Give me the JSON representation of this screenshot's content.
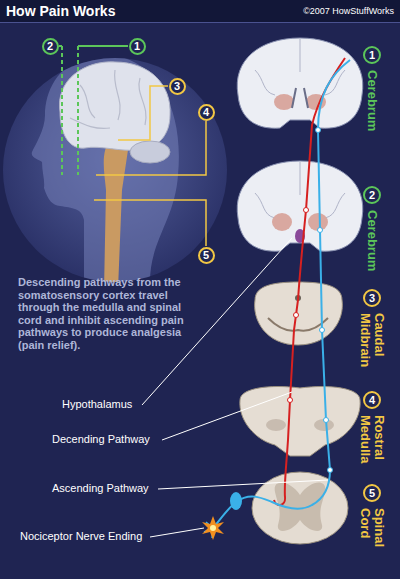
{
  "diagram": {
    "title": "How Pain Works",
    "nodes": [
      {
        "text": [
          "2"
        ]
      },
      {
        "text": [
          "1"
        ]
      },
      {
        "text": [
          "3"
        ]
      },
      {
        "text": [
          "4"
        ]
      },
      {
        "text": [
          "5"
        ]
      },
      {
        "text": [
          "1",
          "Cerebrum"
        ]
      },
      {
        "text": [
          "2",
          "Cerebrum"
        ]
      },
      {
        "text": [
          "3",
          "Caudal Midbrain"
        ]
      },
      {
        "text": [
          "4",
          "Rostral Medulla"
        ]
      },
      {
        "text": [
          "5",
          "Spinal Cord"
        ]
      }
    ],
    "labels": [
      "©2007 HowStuffWorks",
      "Descending pathways from the somatosensory cortex travel through the medulla and spinal cord and inhibit ascending pain pathways to produce analgesia (pain relief).",
      "Hypothalamus",
      "Decending Pathway",
      "Ascending Pathway",
      "Nociceptor Nerve Ending"
    ]
  }
}
